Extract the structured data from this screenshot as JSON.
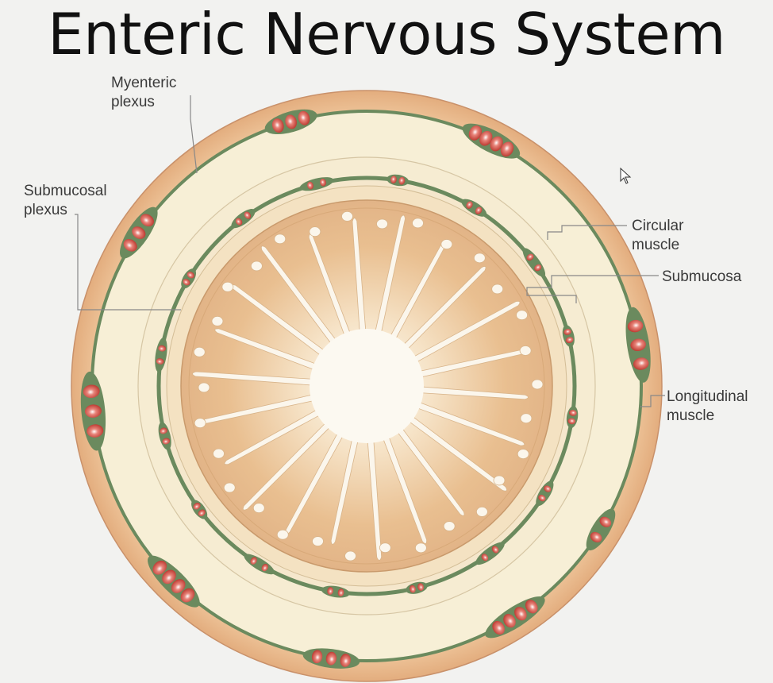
{
  "title": "Enteric Nervous System",
  "labels": {
    "myenteric": [
      "Myenteric",
      "plexus"
    ],
    "submucosal": [
      "Submucosal",
      "plexus"
    ],
    "circular": [
      "Circular",
      "muscle"
    ],
    "submucosa": [
      "Submucosa"
    ],
    "longitudinal": [
      "Longitudinal",
      "muscle"
    ]
  },
  "colors": {
    "serosa": "#e8b88a",
    "muscle_layer": "#f7efd6",
    "plexus": "#6b8a5e",
    "ganglion_cell": "#c0392b",
    "mucosa": "#e2b487",
    "lumen": "#fbf7ee",
    "label_line": "#888888"
  }
}
